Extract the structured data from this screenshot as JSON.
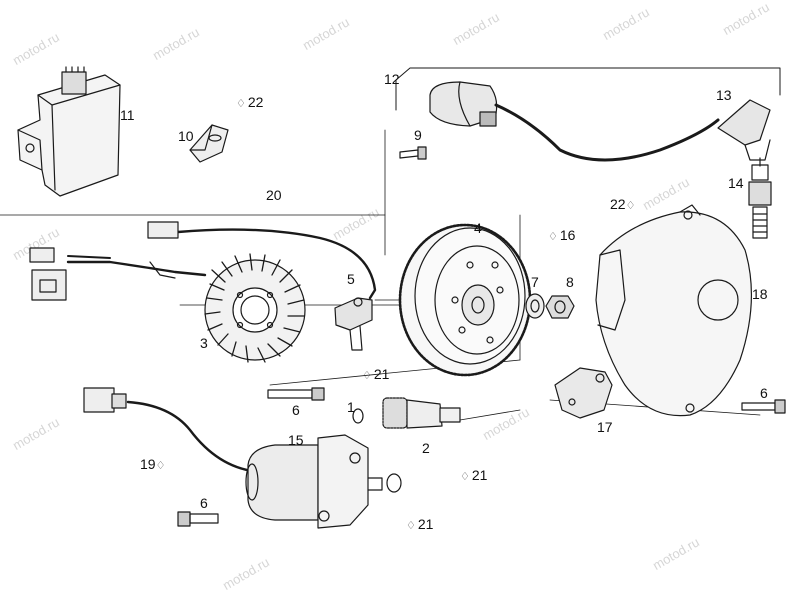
{
  "watermark": "motod.ru",
  "labels": {
    "n1": "1",
    "n2": "2",
    "n3": "3",
    "n4": "4",
    "n5": "5",
    "n6a": "6",
    "n6b": "6",
    "n6c": "6",
    "n7": "7",
    "n8": "8",
    "n9": "9",
    "n10": "10",
    "n11": "11",
    "n12": "12",
    "n13": "13",
    "n14": "14",
    "n15": "15",
    "n16": "16",
    "n17": "17",
    "n18": "18",
    "n19": "19",
    "n20": "20",
    "n21a": "21",
    "n21b": "21",
    "n21c": "21",
    "n22a": "22",
    "n22b": "22"
  },
  "drop_glyph": "♢"
}
